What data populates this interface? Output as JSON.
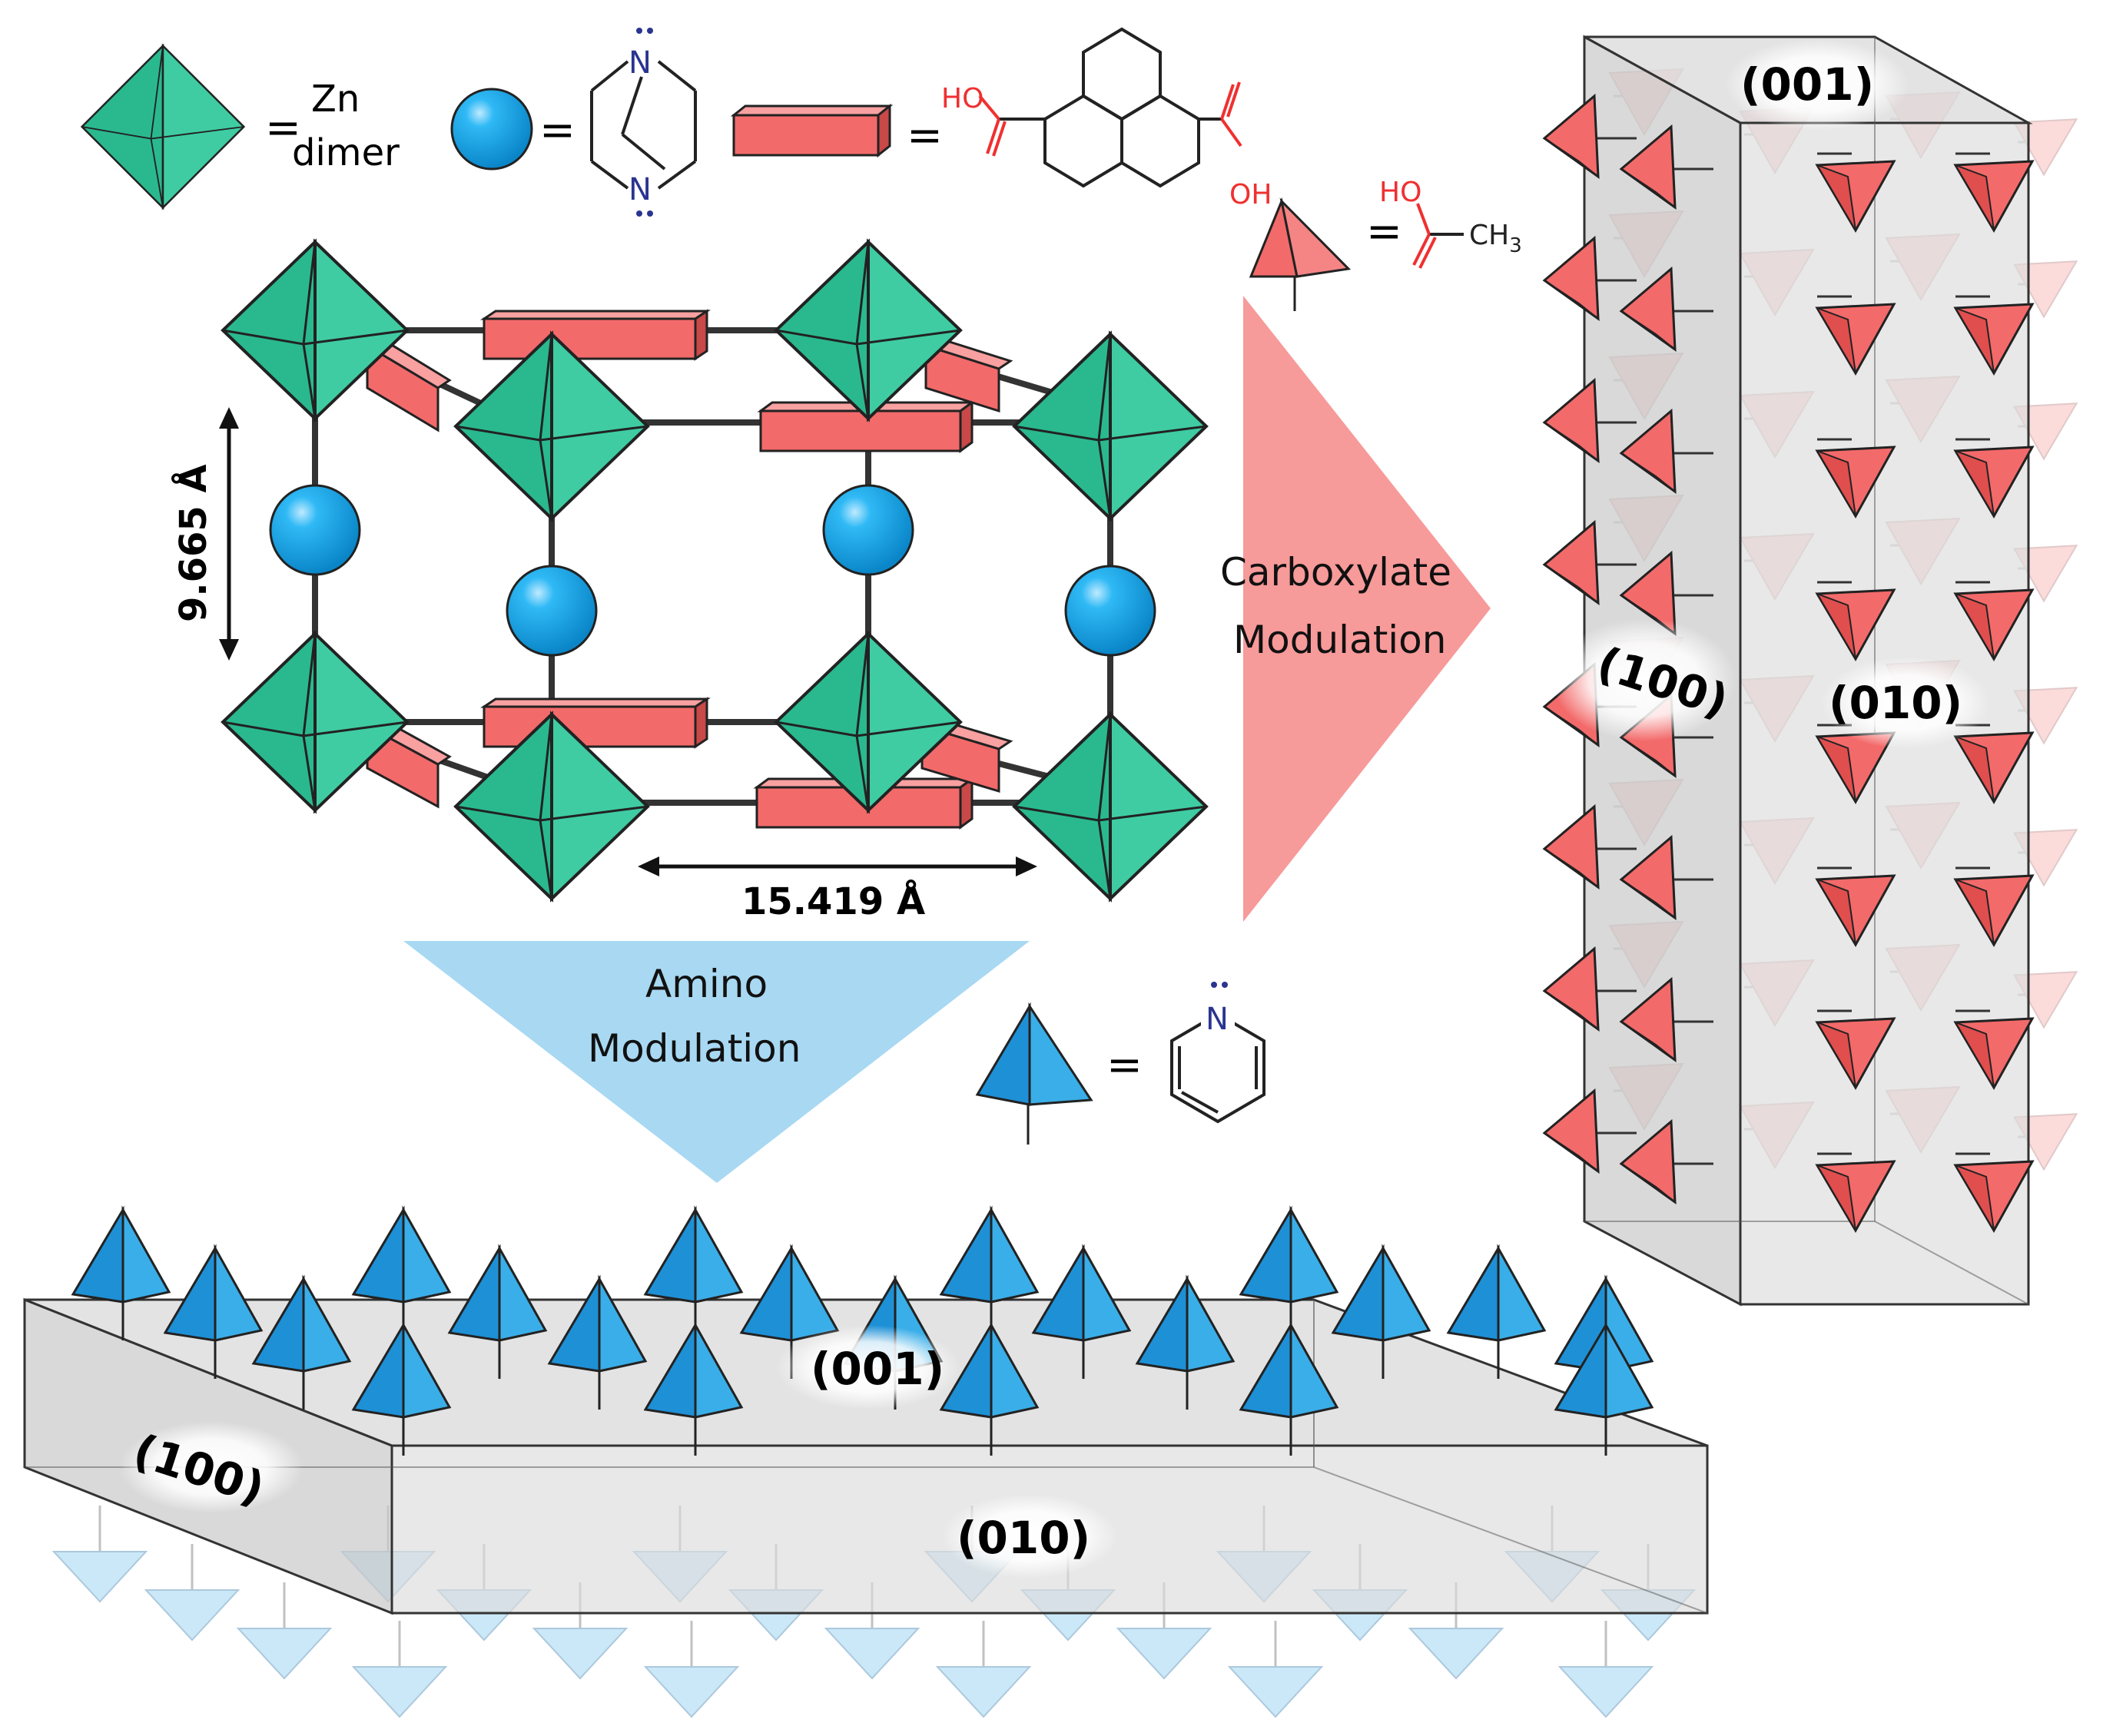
{
  "legend": {
    "zn_equals": "=",
    "zn_label": "Zn",
    "dimer_label": "dimer",
    "dabco_equals": "=",
    "dabco_n_top": "N",
    "dabco_n_bottom": "N",
    "linker_equals": "=",
    "linker_oh_top": "HO",
    "linker_oh_bottom": "OH",
    "acetate_equals": "=",
    "acetate_ho": "HO",
    "acetate_methyl": "CH",
    "acetate_methyl_sub": "3",
    "pyridine_equals": "=",
    "pyridine_n": "N"
  },
  "framework": {
    "dim_vertical": "9.665 Å",
    "dim_horizontal": "15.419 Å"
  },
  "arrows": {
    "carboxylate_line1": "Carboxylate",
    "carboxylate_line2": "Modulation",
    "amino_line1": "Amino",
    "amino_line2": "Modulation"
  },
  "rod_crystal": {
    "face_top": "(001)",
    "face_left": "(100)",
    "face_right": "(010)"
  },
  "plate_crystal": {
    "face_top": "(001)",
    "face_left": "(100)",
    "face_front": "(010)"
  },
  "colors": {
    "zn_green": "#2fc49a",
    "dabco_blue": "#12a6ec",
    "linker_red": "#f36a6a",
    "carboxylate_arrow": "#f79a9a",
    "amino_arrow": "#a8d8f2",
    "pyridine_blue": "#3aaee8",
    "crystal_gray": "#dcdcdc"
  }
}
